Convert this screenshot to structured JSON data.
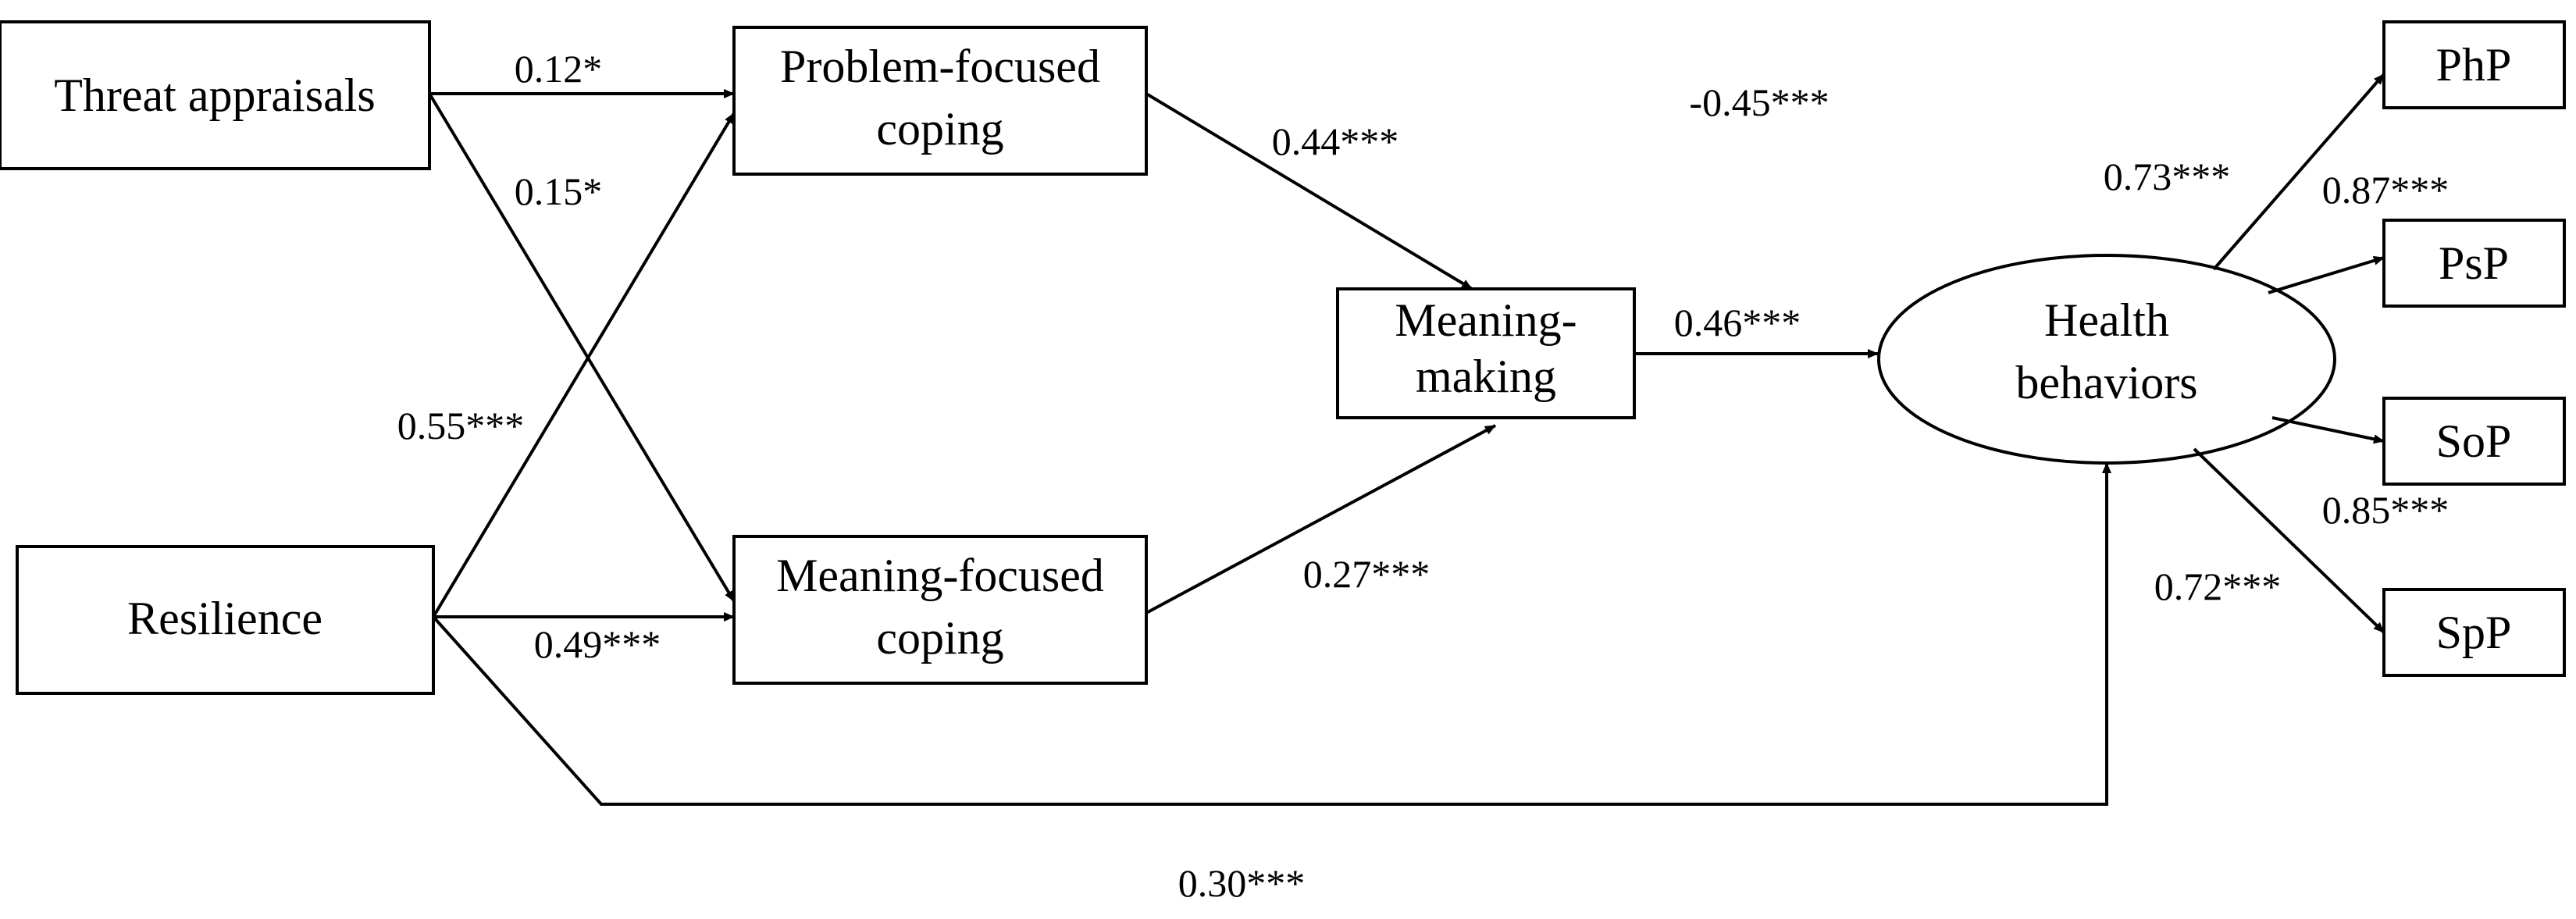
{
  "nodes": {
    "threat": "Threat appraisals",
    "resilience": "Resilience",
    "pfc_line1": "Problem-focused",
    "pfc_line2": "coping",
    "mfc_line1": "Meaning-focused",
    "mfc_line2": "coping",
    "mm_line1": "Meaning-",
    "mm_line2": "making",
    "hb_line1": "Health",
    "hb_line2": "behaviors",
    "php": "PhP",
    "psp": "PsP",
    "sop": "SoP",
    "spp": "SpP"
  },
  "paths": {
    "threat_to_pfc": "0.12*",
    "threat_to_mfc": "0.15*",
    "resilience_to_pfc": "0.55***",
    "resilience_to_mfc": "0.49***",
    "pfc_to_mm": "0.44***",
    "mfc_to_mm": "0.27***",
    "mm_to_hb": "0.46***",
    "resilience_to_hb": "0.30***",
    "covariance": "-0.45***",
    "hb_to_php": "0.73***",
    "hb_to_psp": "0.87***",
    "hb_to_sop": "0.85***",
    "hb_to_spp": "0.72***"
  },
  "colors": {
    "line": "#000000",
    "background": "#ffffff"
  }
}
